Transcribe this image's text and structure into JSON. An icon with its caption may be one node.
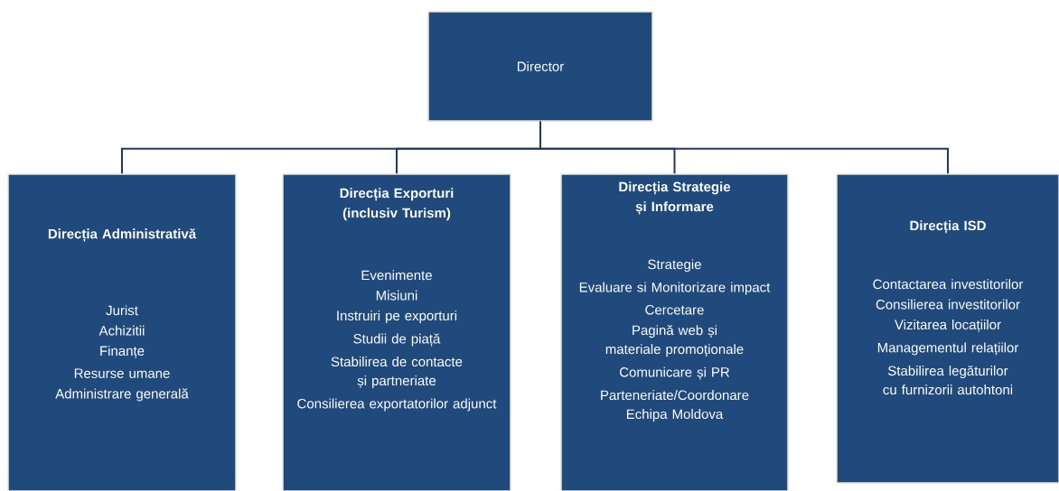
{
  "diagram": {
    "nodes": [
      {
        "text": [
          "Director"
        ]
      },
      {
        "text": [
          "Direcția Administrativă",
          "Jurist",
          "Achizitii",
          "Finanțe",
          "Resurse umane",
          "Administrare generală"
        ]
      },
      {
        "text": [
          "Direcția Exporturi (inclusiv Turism)",
          "Evenimente",
          "Misiuni",
          "Instruiri pe exporturi",
          "Studii de piață",
          "Stabilirea de contacte și partneriate",
          "Consilierea exportatorilor adjunct"
        ]
      },
      {
        "text": [
          "Direcția Strategie și Informare",
          "Strategie",
          "Evaluare si Monitorizare impact",
          "Cercetare",
          "Pagină web și materiale promoționale",
          "Comunicare și PR",
          "Parteneriate/Coordonare Echipa Moldova"
        ]
      },
      {
        "text": [
          "Direcția ISD",
          "Contactarea investitorilor",
          "Consilierea investitorilor",
          "Vizitarea locațiilor",
          "Managementul relațiilor",
          "Stabilirea legăturilor cu furnizorii autohtoni"
        ]
      }
    ],
    "edges": [
      {
        "from": 0,
        "to": 1,
        "arrow": "none"
      },
      {
        "from": 0,
        "to": 2,
        "arrow": "none"
      },
      {
        "from": 0,
        "to": 3,
        "arrow": "none"
      },
      {
        "from": 0,
        "to": 4,
        "arrow": "none"
      }
    ]
  }
}
